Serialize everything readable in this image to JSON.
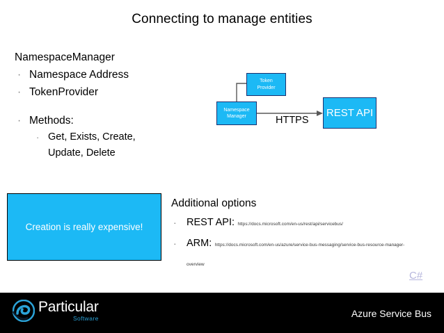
{
  "slide": {
    "title": "Connecting to manage entities"
  },
  "left_list": {
    "heading": "NamespaceManager",
    "bullet_glyph": "·",
    "items": [
      {
        "level": 1,
        "text": "Namespace Address"
      },
      {
        "level": 1,
        "text": "TokenProvider"
      },
      {
        "level": 1,
        "text": "Methods:"
      },
      {
        "level": 2,
        "text": "Get, Exists, Create,"
      },
      {
        "level": 2,
        "continuation": true,
        "text": "Update, Delete"
      }
    ]
  },
  "diagram": {
    "boxes": [
      {
        "id": "token-provider",
        "line1": "Token",
        "line2": "Provider"
      },
      {
        "id": "namespace-manager",
        "line1": "Namespace",
        "line2": "Manager"
      },
      {
        "id": "rest-api",
        "line1": "REST API"
      }
    ],
    "edge_label": "HTTPS",
    "box_fill": "#1cb9f5",
    "box_border": "#1b2f6e",
    "box_text_color": "#ffffff",
    "connector_color": "#595959"
  },
  "callout": {
    "text": "Creation is really expensive!",
    "fill": "#1cb9f5",
    "text_color": "#ffffff",
    "border": "#000000"
  },
  "additional_options": {
    "heading": "Additional options",
    "bullet_glyph": "·",
    "items": [
      {
        "label": "REST API:",
        "url": "https://docs.microsoft.com/en-us/rest/api/servicebus/",
        "url_line2": ""
      },
      {
        "label": "ARM:",
        "url": "https://docs.microsoft.com/en-us/azure/service-bus-messaging/service-bus-resource-manager-",
        "url_line2": "overview"
      }
    ]
  },
  "code_marker": {
    "label": "C#",
    "color": "#b6b6dd"
  },
  "footer": {
    "logo_word": "Particular",
    "logo_sub": "Software",
    "right_text": "Azure Service Bus",
    "background": "#000000",
    "accent": "#2ba3d8"
  }
}
